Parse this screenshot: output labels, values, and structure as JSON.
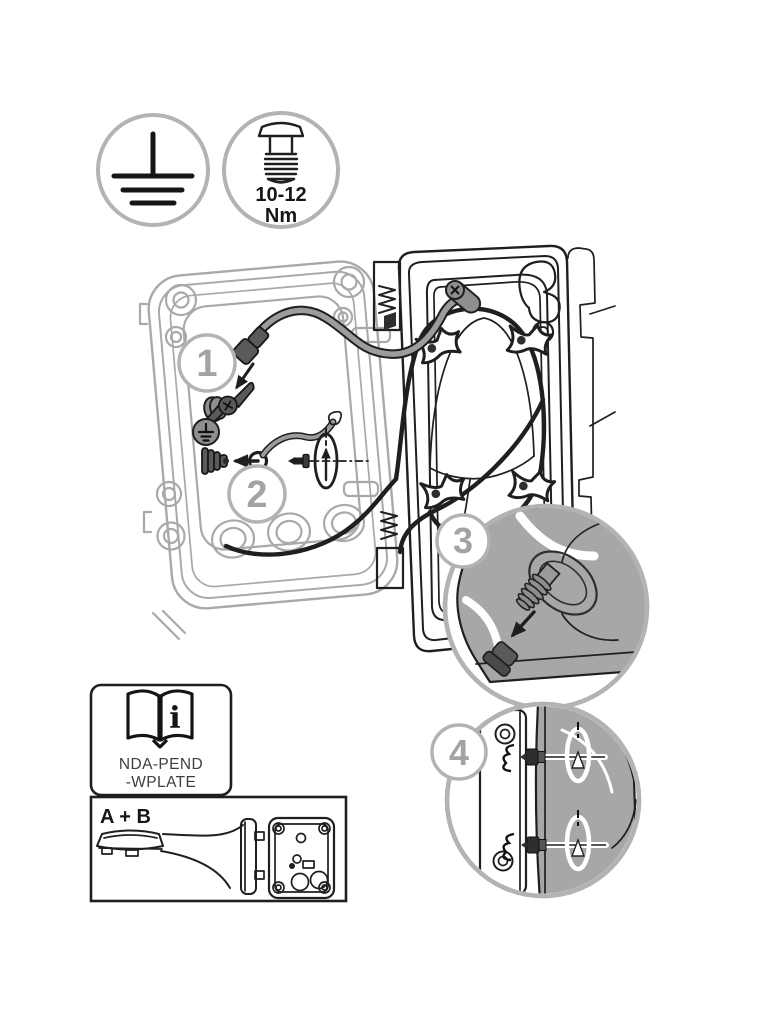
{
  "colors": {
    "background": "#ffffff",
    "dark-line": "#1f1f1f",
    "light-line": "#a9a9a9",
    "badge-ring": "#b3b3b3",
    "badge-text": "#a3a3a3",
    "cable-gray": "#9c9c9c",
    "detail-fill": "#a7a7a7",
    "part-dark": "#5a5a5a",
    "text-dark": "#161616",
    "model-text": "#3f3f3f"
  },
  "badges": {
    "ground": {
      "icon": "earth-ground-icon"
    },
    "torque": {
      "icon": "screw-icon",
      "value": "10-12",
      "unit": "Nm"
    }
  },
  "callouts": {
    "step1": "1",
    "step2": "2",
    "step3": "3",
    "step4": "4"
  },
  "manual_box": {
    "icon": "open-book-manual-icon",
    "info_glyph": "i",
    "line1": "NDA-PEND",
    "line2": "-WPLATE"
  },
  "parts_box": {
    "label": "A + B",
    "part_a_icon": "wall-mount-arm-drawing",
    "part_b_icon": "mount-plate-drawing"
  }
}
